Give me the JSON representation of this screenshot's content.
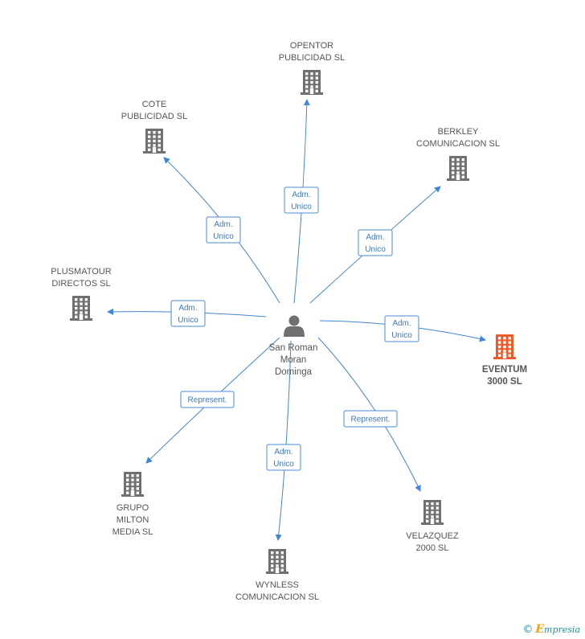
{
  "colors": {
    "company_icon": "#707070",
    "highlight_icon": "#f05a28",
    "edge": "#3f86d8",
    "label_text": "#555555",
    "footer_brand": "#1f8fa3",
    "footer_accent": "#f2a01a"
  },
  "person": {
    "name_lines": [
      "San Roman",
      "Moran",
      "Dominga"
    ],
    "icon": "person-icon"
  },
  "companies": [
    {
      "id": "opentor",
      "lines": [
        "OPENTOR",
        "PUBLICIDAD SL"
      ],
      "icon": "building-icon",
      "highlight": false
    },
    {
      "id": "cote",
      "lines": [
        "COTE",
        "PUBLICIDAD SL"
      ],
      "icon": "building-icon",
      "highlight": false
    },
    {
      "id": "berkley",
      "lines": [
        "BERKLEY",
        "COMUNICACION SL"
      ],
      "icon": "building-icon",
      "highlight": false
    },
    {
      "id": "plusmatour",
      "lines": [
        "PLUSMATOUR",
        "DIRECTOS SL"
      ],
      "icon": "building-icon",
      "highlight": false
    },
    {
      "id": "eventum",
      "lines": [
        "EVENTUM",
        "3000 SL"
      ],
      "icon": "building-icon",
      "highlight": true
    },
    {
      "id": "grupo-milton",
      "lines": [
        "GRUPO",
        "MILTON",
        "MEDIA SL"
      ],
      "icon": "building-icon",
      "highlight": false
    },
    {
      "id": "velazquez",
      "lines": [
        "VELAZQUEZ",
        "2000 SL"
      ],
      "icon": "building-icon",
      "highlight": false
    },
    {
      "id": "wynless",
      "lines": [
        "WYNLESS",
        "COMUNICACION SL"
      ],
      "icon": "building-icon",
      "highlight": false
    }
  ],
  "relations": [
    {
      "target": "opentor",
      "label_lines": [
        "Adm.",
        "Unico"
      ]
    },
    {
      "target": "cote",
      "label_lines": [
        "Adm.",
        "Unico"
      ]
    },
    {
      "target": "berkley",
      "label_lines": [
        "Adm.",
        "Unico"
      ]
    },
    {
      "target": "plusmatour",
      "label_lines": [
        "Adm.",
        "Unico"
      ]
    },
    {
      "target": "eventum",
      "label_lines": [
        "Adm.",
        "Unico"
      ]
    },
    {
      "target": "grupo-milton",
      "label_lines": [
        "Represent."
      ]
    },
    {
      "target": "velazquez",
      "label_lines": [
        "Represent."
      ]
    },
    {
      "target": "wynless",
      "label_lines": [
        "Adm.",
        "Unico"
      ]
    }
  ],
  "footer": {
    "copyright_symbol": "©",
    "brand_initial": "E",
    "brand_rest": "mpresia"
  }
}
